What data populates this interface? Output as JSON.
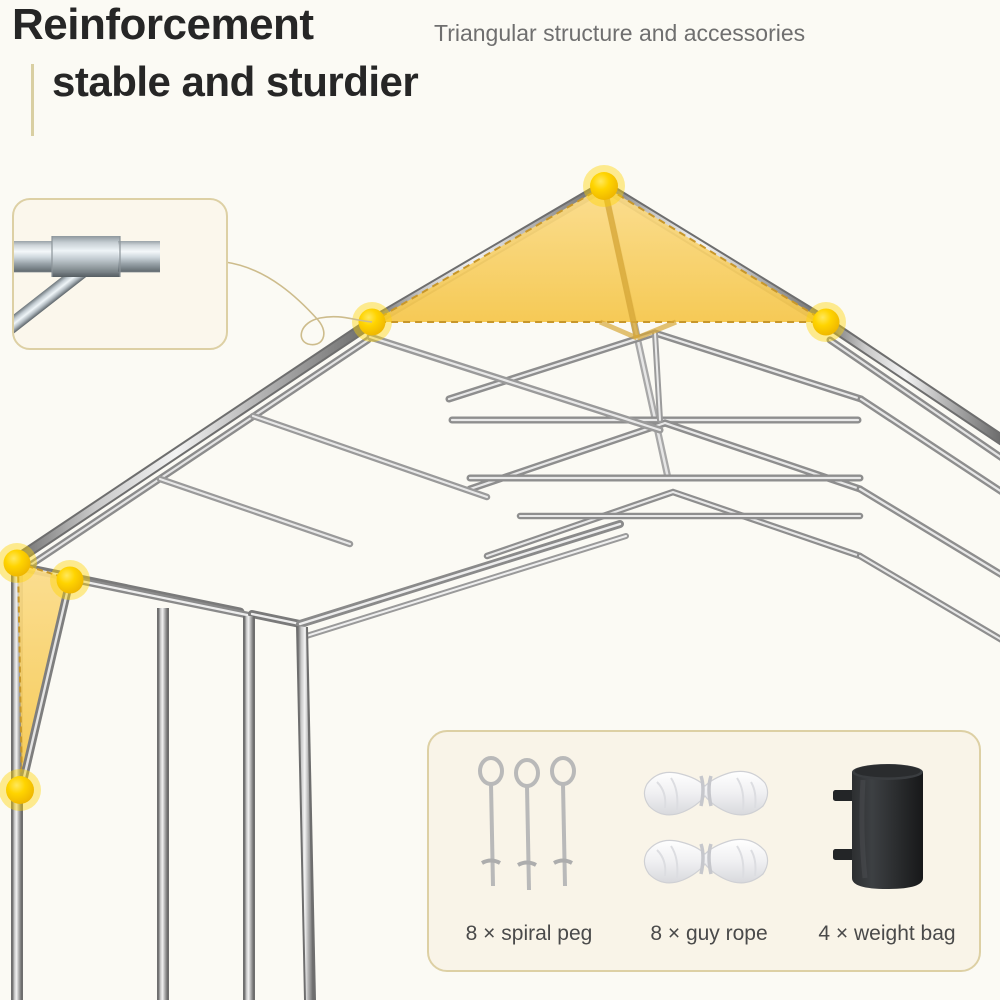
{
  "header": {
    "title_line1": "Reinforcement",
    "title_line2": "stable and sturdier",
    "tagline": "Triangular structure and accessories",
    "title_color": "#262626",
    "tagline_color": "#6f6f6f",
    "accent_bar_color": "#d9cfa2"
  },
  "page": {
    "background_color": "#fbfaf4"
  },
  "inset": {
    "name": "pole-connector-detail",
    "description": "steel pole connector joint with diagonal brace",
    "border_color": "#ddd0a4",
    "background_color": "#fbf7ec"
  },
  "illustration": {
    "name": "carport-canopy-frame",
    "frame_color": "#9a9a9a",
    "highlight_color": "#f5c518",
    "gusset_fill": "#f7cf62",
    "node_color": "#ffd400",
    "leader_line_color": "#cdbc8c",
    "highlights": [
      {
        "name": "roof-peak-triangular-gusset",
        "nodes": 3
      },
      {
        "name": "corner-leg-triangular-gusset",
        "nodes": 3
      }
    ]
  },
  "accessories": {
    "panel_border_color": "#ddd0a4",
    "panel_background_color": "#f9f4e8",
    "items": [
      {
        "id": "spiral-peg",
        "label": "8 × spiral peg",
        "count": 8,
        "name": "spiral peg"
      },
      {
        "id": "guy-rope",
        "label": "8 × guy rope",
        "count": 8,
        "name": "guy rope"
      },
      {
        "id": "weight-bag",
        "label": "4 × weight bag",
        "count": 4,
        "name": "weight bag"
      }
    ]
  }
}
